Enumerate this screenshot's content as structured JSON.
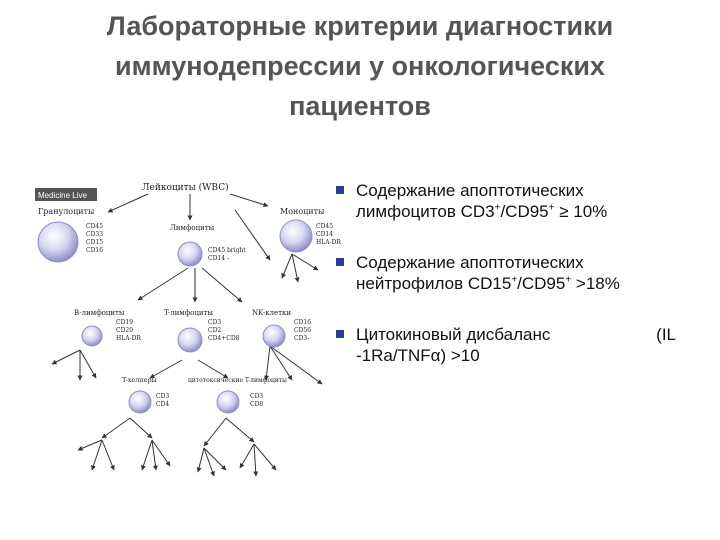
{
  "title": {
    "line1": "Лабораторные критерии диагностики",
    "line2": "иммунодепрессии у онкологических",
    "line3": "пациентов"
  },
  "diagram": {
    "watermark": "Medicine Live",
    "root": "Лейкоциты (WBC)",
    "granulocytes": {
      "label": "Гранулоциты",
      "markers": [
        "CD45",
        "CD33",
        "CD15",
        "CD16"
      ]
    },
    "monocytes": {
      "label": "Моноциты",
      "markers": [
        "CD45",
        "CD14",
        "HLA-DR"
      ]
    },
    "lymphocytes": {
      "label": "Лимфоциты",
      "markers": [
        "CD45 bright",
        "CD14 -"
      ]
    },
    "b_lymph": {
      "label": "B-лимфоциты",
      "markers": [
        "CD19",
        "CD20",
        "HLA-DR"
      ]
    },
    "t_lymph": {
      "label": "T-лимфоциты",
      "markers": [
        "CD3",
        "CD2",
        "CD4+CD8"
      ]
    },
    "nk": {
      "label": "NK-клетки",
      "markers": [
        "CD16",
        "CD56",
        "CD3-"
      ]
    },
    "t_helpers": {
      "label": "T-хелперы",
      "markers": [
        "CD3",
        "CD4"
      ]
    },
    "t_cytotoxic": {
      "label": "цитотоксические T-лимфоциты",
      "markers": [
        "CD3",
        "CD8"
      ]
    }
  },
  "bullets": {
    "b1": {
      "l1": "Содержание апоптотических",
      "l2a": "лимфоцитов CD3",
      "sup1": "+",
      "l2b": "/CD95",
      "sup2": "+",
      "l2c": " ≥ 10%"
    },
    "b2": {
      "l1": "Содержание апоптотических",
      "l2a": "нейтрофилов CD15",
      "sup1": "+",
      "l2b": "/CD95",
      "sup2": "+",
      "l2c": " >18%"
    },
    "b3": {
      "l1a": "Цитокиновый дисбаланс",
      "l1b": "(IL",
      "l2a": "-1Ra/TNF",
      "l2b": "α",
      "l2c": ") >10"
    }
  },
  "colors": {
    "title": "#555555",
    "bullet": "#2c3e99",
    "cell": "#c9c9ee"
  }
}
